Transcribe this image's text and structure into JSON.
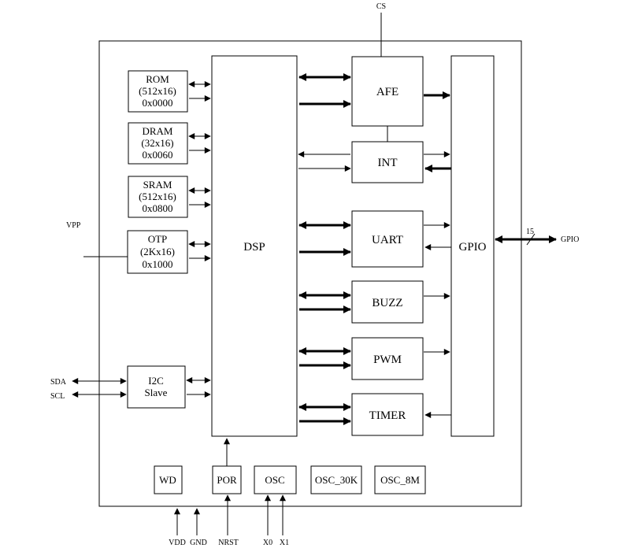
{
  "signals": {
    "cs": "CS",
    "vpp": "VPP",
    "sda": "SDA",
    "scl": "SCL",
    "gpio": "GPIO",
    "gpio_width": "15",
    "vdd": "VDD",
    "gnd": "GND",
    "nrst": "NRST",
    "x0": "X0",
    "x1": "X1"
  },
  "memory": {
    "rom": [
      "ROM",
      "(512x16)",
      "0x0000"
    ],
    "dram": [
      "DRAM",
      "(32x16)",
      "0x0060"
    ],
    "sram": [
      "SRAM",
      "(512x16)",
      "0x0800"
    ],
    "otp": [
      "OTP",
      "(2Kx16)",
      "0x1000"
    ]
  },
  "i2c": [
    "I2C",
    "Slave"
  ],
  "core": {
    "dsp": "DSP",
    "gpio": "GPIO"
  },
  "peripherals": {
    "afe": "AFE",
    "int": "INT",
    "uart": "UART",
    "buzz": "BUZZ",
    "pwm": "PWM",
    "timer": "TIMER"
  },
  "bottom": {
    "wd": "WD",
    "por": "POR",
    "osc": "OSC",
    "osc30k": "OSC_30K",
    "osc8m": "OSC_8M"
  }
}
